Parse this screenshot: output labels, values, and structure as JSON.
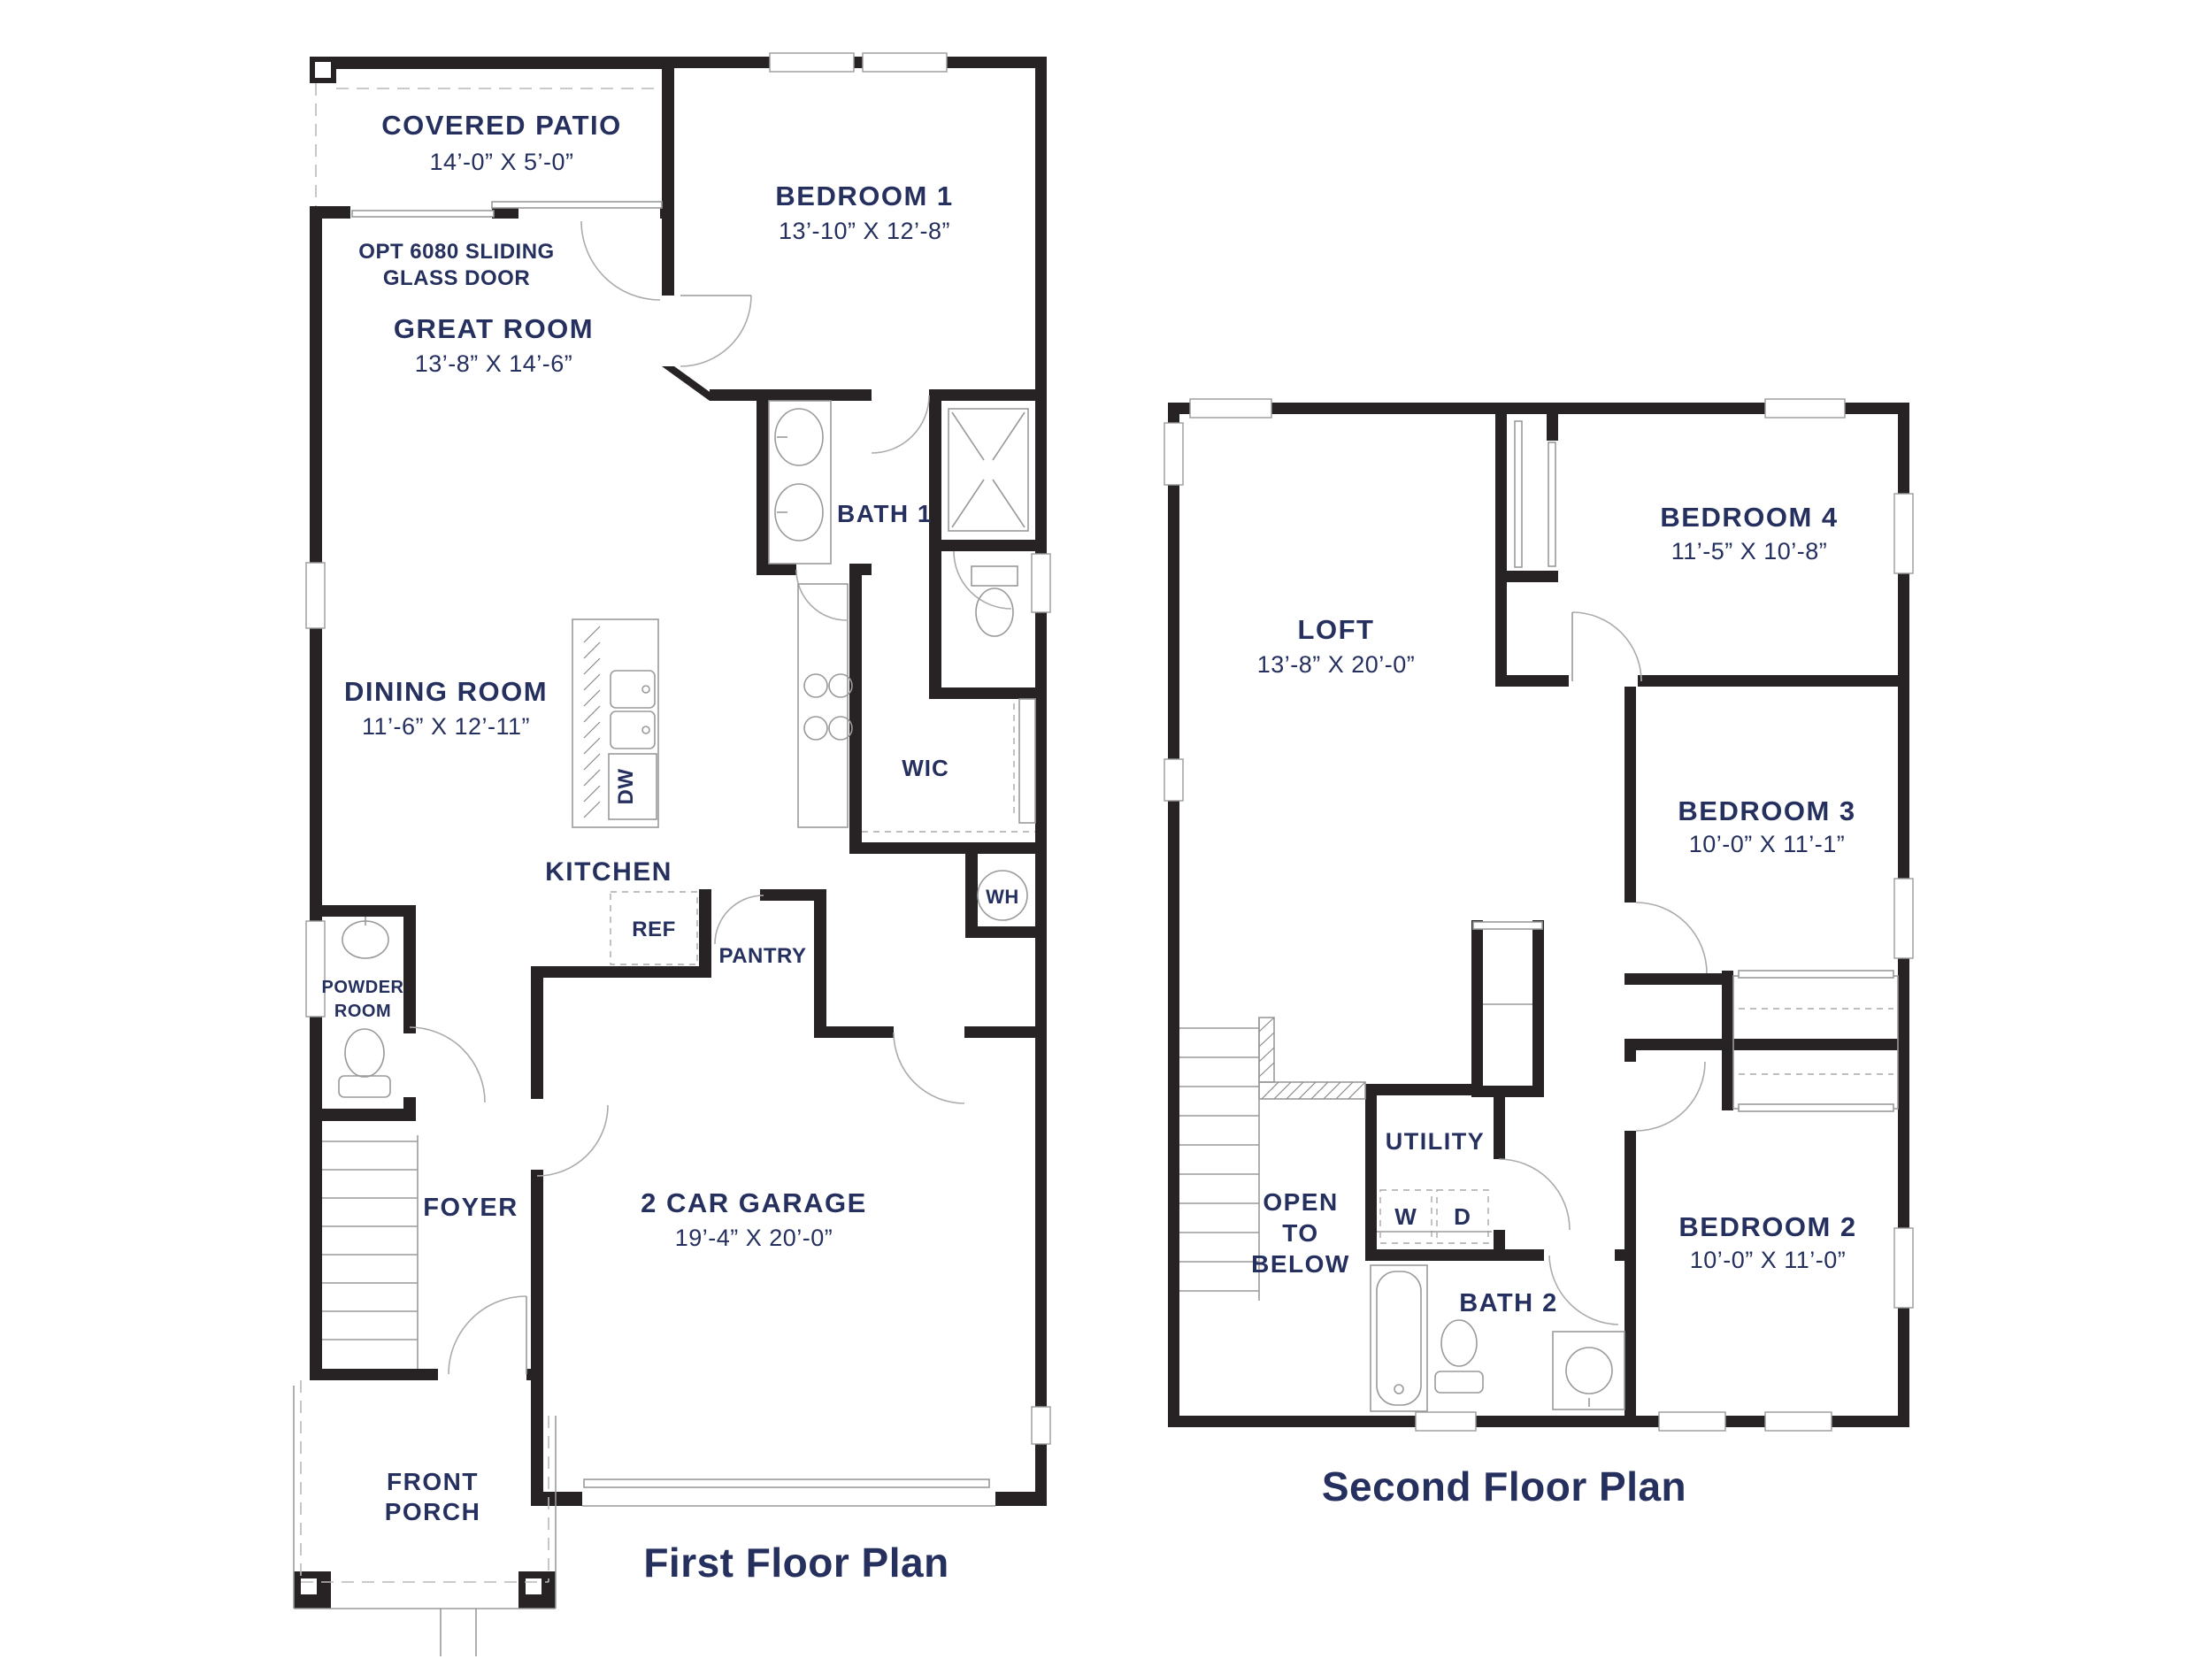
{
  "page": {
    "background": "#ffffff"
  },
  "colors": {
    "wall": "#272223",
    "text_navy": "#25305f",
    "line_gray": "#9a9a9a",
    "dash_gray": "#b9b9b9"
  },
  "first_floor": {
    "title": "First Floor Plan",
    "covered_patio": {
      "name": "COVERED PATIO",
      "dims": "14’-0” X 5’-0”"
    },
    "sliding_door_note": {
      "line1": "OPT 6080  SLIDING",
      "line2": "GLASS DOOR"
    },
    "bedroom1": {
      "name": "BEDROOM 1",
      "dims": "13’-10” X 12’-8”"
    },
    "great_room": {
      "name": "GREAT ROOM",
      "dims": "13’-8” X 14’-6”"
    },
    "bath1": {
      "name": "BATH 1"
    },
    "dining_room": {
      "name": "DINING ROOM",
      "dims": "11’-6” X 12’-11”"
    },
    "kitchen": {
      "name": "KITCHEN"
    },
    "island": {
      "dishwasher": "DW"
    },
    "refrigerator": "REF",
    "pantry": "PANTRY",
    "wic": {
      "name": "WIC"
    },
    "water_heater": "WH",
    "powder_room": {
      "line1": "POWDER",
      "line2": "ROOM"
    },
    "foyer": {
      "name": "FOYER"
    },
    "garage": {
      "name": "2 CAR GARAGE",
      "dims": "19’-4” X 20’-0”"
    },
    "front_porch": {
      "line1": "FRONT",
      "line2": "PORCH"
    }
  },
  "second_floor": {
    "title": "Second Floor Plan",
    "loft": {
      "name": "LOFT",
      "dims": "13’-8” X 20’-0”"
    },
    "bedroom4": {
      "name": "BEDROOM 4",
      "dims": "11’-5” X 10’-8”"
    },
    "bedroom3": {
      "name": "BEDROOM 3",
      "dims": "10’-0” X 11’-1”"
    },
    "bedroom2": {
      "name": "BEDROOM 2",
      "dims": "10’-0” X 11’-0”"
    },
    "utility": {
      "name": "UTILITY",
      "washer": "W",
      "dryer": "D"
    },
    "bath2": {
      "name": "BATH 2"
    },
    "open_to_below": {
      "line1": "OPEN",
      "line2": "TO",
      "line3": "BELOW"
    }
  }
}
